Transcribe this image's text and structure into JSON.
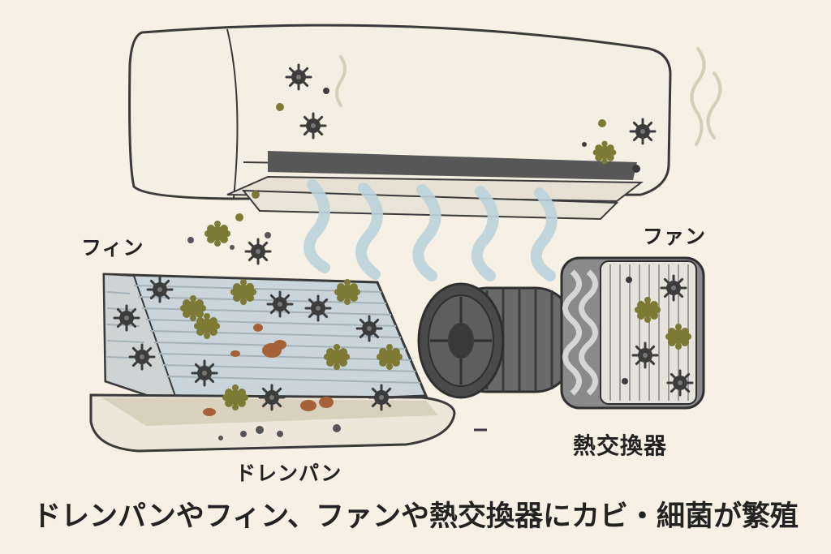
{
  "labels": {
    "fin": "フィン",
    "fan": "ファン",
    "heat_exchanger": "熱交換器",
    "drain_pan": "ドレンパン"
  },
  "caption": "ドレンパンやフィン、ファンや熱交換器にカビ・細菌が繁殖",
  "colors": {
    "background": "#f6f0e5",
    "unit_body": "#f4efe3",
    "outline": "#3a3a3a",
    "airflow": "#bcd3dc",
    "mold_green": "#7c7a35",
    "germ_dark": "#3c3c3c",
    "dirt_brown": "#a5623a"
  },
  "icons": [
    "germ-icon",
    "mold-spot-icon",
    "airflow-wave-icon",
    "odor-wave-icon"
  ]
}
